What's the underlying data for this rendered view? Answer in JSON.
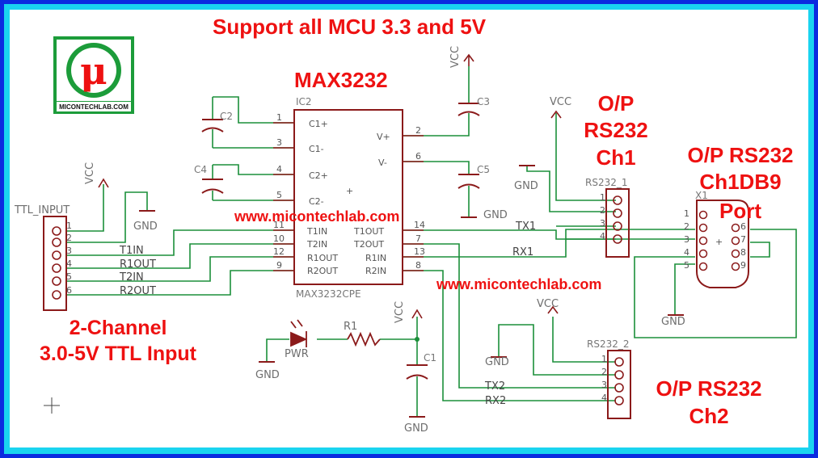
{
  "headline": "Support all MCU  3.3 and 5V",
  "chip_title": "MAX3232",
  "logo": {
    "glyph": "μ",
    "caption": "MICONTECHLAB.COM"
  },
  "input_caption_line1": "2-Channel",
  "input_caption_line2": "3.0-5V  TTL  Input",
  "out_ch1_label": [
    "O/P",
    "RS232",
    "Ch1"
  ],
  "out_db9_label": [
    "O/P RS232",
    "Ch1DB9",
    "Port"
  ],
  "out_ch2_label": [
    "O/P RS232",
    "Ch2"
  ],
  "watermark_1": "www.micontechlab.com",
  "watermark_2": "www.micontechlab.com",
  "ic": {
    "ref": "IC2",
    "part": "MAX3232CPE",
    "left_pins": [
      {
        "num": "1",
        "name": "C1+"
      },
      {
        "num": "3",
        "name": "C1-"
      },
      {
        "num": "4",
        "name": "C2+"
      },
      {
        "num": "5",
        "name": "C2-"
      },
      {
        "num": "11",
        "name": "T1IN"
      },
      {
        "num": "10",
        "name": "T2IN"
      },
      {
        "num": "12",
        "name": "R1OUT"
      },
      {
        "num": "9",
        "name": "R2OUT"
      }
    ],
    "right_pins": [
      {
        "num": "2",
        "name": "V+"
      },
      {
        "num": "6",
        "name": "V-"
      },
      {
        "num": "14",
        "name": "T1OUT"
      },
      {
        "num": "7",
        "name": "T2OUT"
      },
      {
        "num": "13",
        "name": "R1IN"
      },
      {
        "num": "8",
        "name": "R2IN"
      }
    ]
  },
  "ttl_header": {
    "ref": "TTL_INPUT",
    "pins": [
      "1",
      "2",
      "3",
      "4",
      "5",
      "6"
    ]
  },
  "ttl_nets": [
    "T1IN",
    "R1OUT",
    "T2IN",
    "R2OUT"
  ],
  "rs232_1": {
    "ref": "RS232_1",
    "pins": [
      "1",
      "2",
      "3",
      "4"
    ]
  },
  "rs232_2": {
    "ref": "RS232_2",
    "pins": [
      "1",
      "2",
      "3",
      "4"
    ]
  },
  "db9": {
    "ref": "X1",
    "left_pins": [
      "1",
      "2",
      "3",
      "4",
      "5"
    ],
    "right_pins": [
      "6",
      "7",
      "8",
      "9"
    ]
  },
  "caps": [
    "C1",
    "C2",
    "C3",
    "C4",
    "C5"
  ],
  "resistor": "R1",
  "led": "PWR",
  "net_labels": {
    "vcc": "VCC",
    "gnd": "GND",
    "tx1": "TX1",
    "rx1": "RX1",
    "tx2": "TX2",
    "rx2": "RX2"
  },
  "colors": {
    "frame": "#0b2be0",
    "inner_frame": "#1ad4f0",
    "wire": "#1b8f3a",
    "part": "#8b1a1a",
    "title": "#ee1111",
    "logo_bg": "#1c9c3a"
  }
}
